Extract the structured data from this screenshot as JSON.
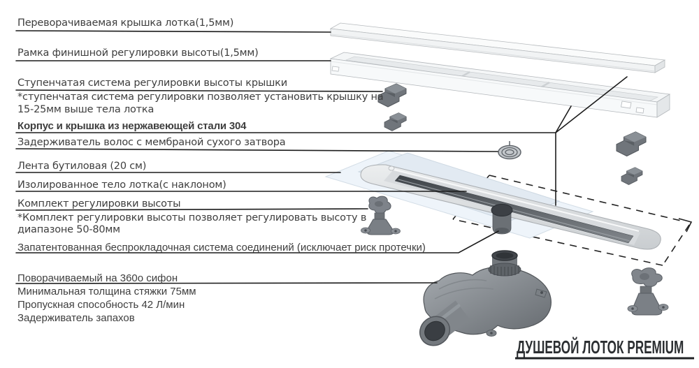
{
  "title": "ДУШЕВОЙ ЛОТОК PREMIUM",
  "callouts": [
    {
      "text": "Переворачиваемая крышка лотка(1,5мм)"
    },
    {
      "text": "Рамка финишной регулировки высоты(1,5мм)"
    },
    {
      "text": "Ступенчатая система регулировки высоты крышки",
      "note_lines": [
        "*ступенчатая система регулировки позволяет установить крышку на",
        "15-25мм выше тела лотка"
      ]
    },
    {
      "text": "Корпус и крышка из нержавеющей стали 304"
    },
    {
      "text": "Задерживатель волос с мембраной сухого затвора"
    },
    {
      "text": "Лента бутиловая (20 см)"
    },
    {
      "text": "Изолированное тело лотка(с наклоном)"
    },
    {
      "text": "Комплект регулировки высоты",
      "note_lines": [
        "*Комплект регулировки высоты позволяет регулировать высоту в",
        "диапазоне 50-80мм"
      ]
    },
    {
      "text": "Запатентованная беспрокладочная система соединений (исключает риск протечки)"
    },
    {
      "text": "Поворачиваемый на 360о сифон"
    },
    {
      "text": "Минимальная толщина стяжки 75мм"
    },
    {
      "text": "Пропускная способность 42 Л/мин"
    },
    {
      "text": "Задерживатель запахов"
    }
  ],
  "colors": {
    "background": "#ffffff",
    "text": "#3e3e3e",
    "leader_line": "#1c1c1c",
    "steel_light": "#f4f6f7",
    "steel_channel": "#d5d8db",
    "membrane": "#eef4fa",
    "dark_plastic": "#71767c",
    "title_text": "#2c2f32"
  }
}
